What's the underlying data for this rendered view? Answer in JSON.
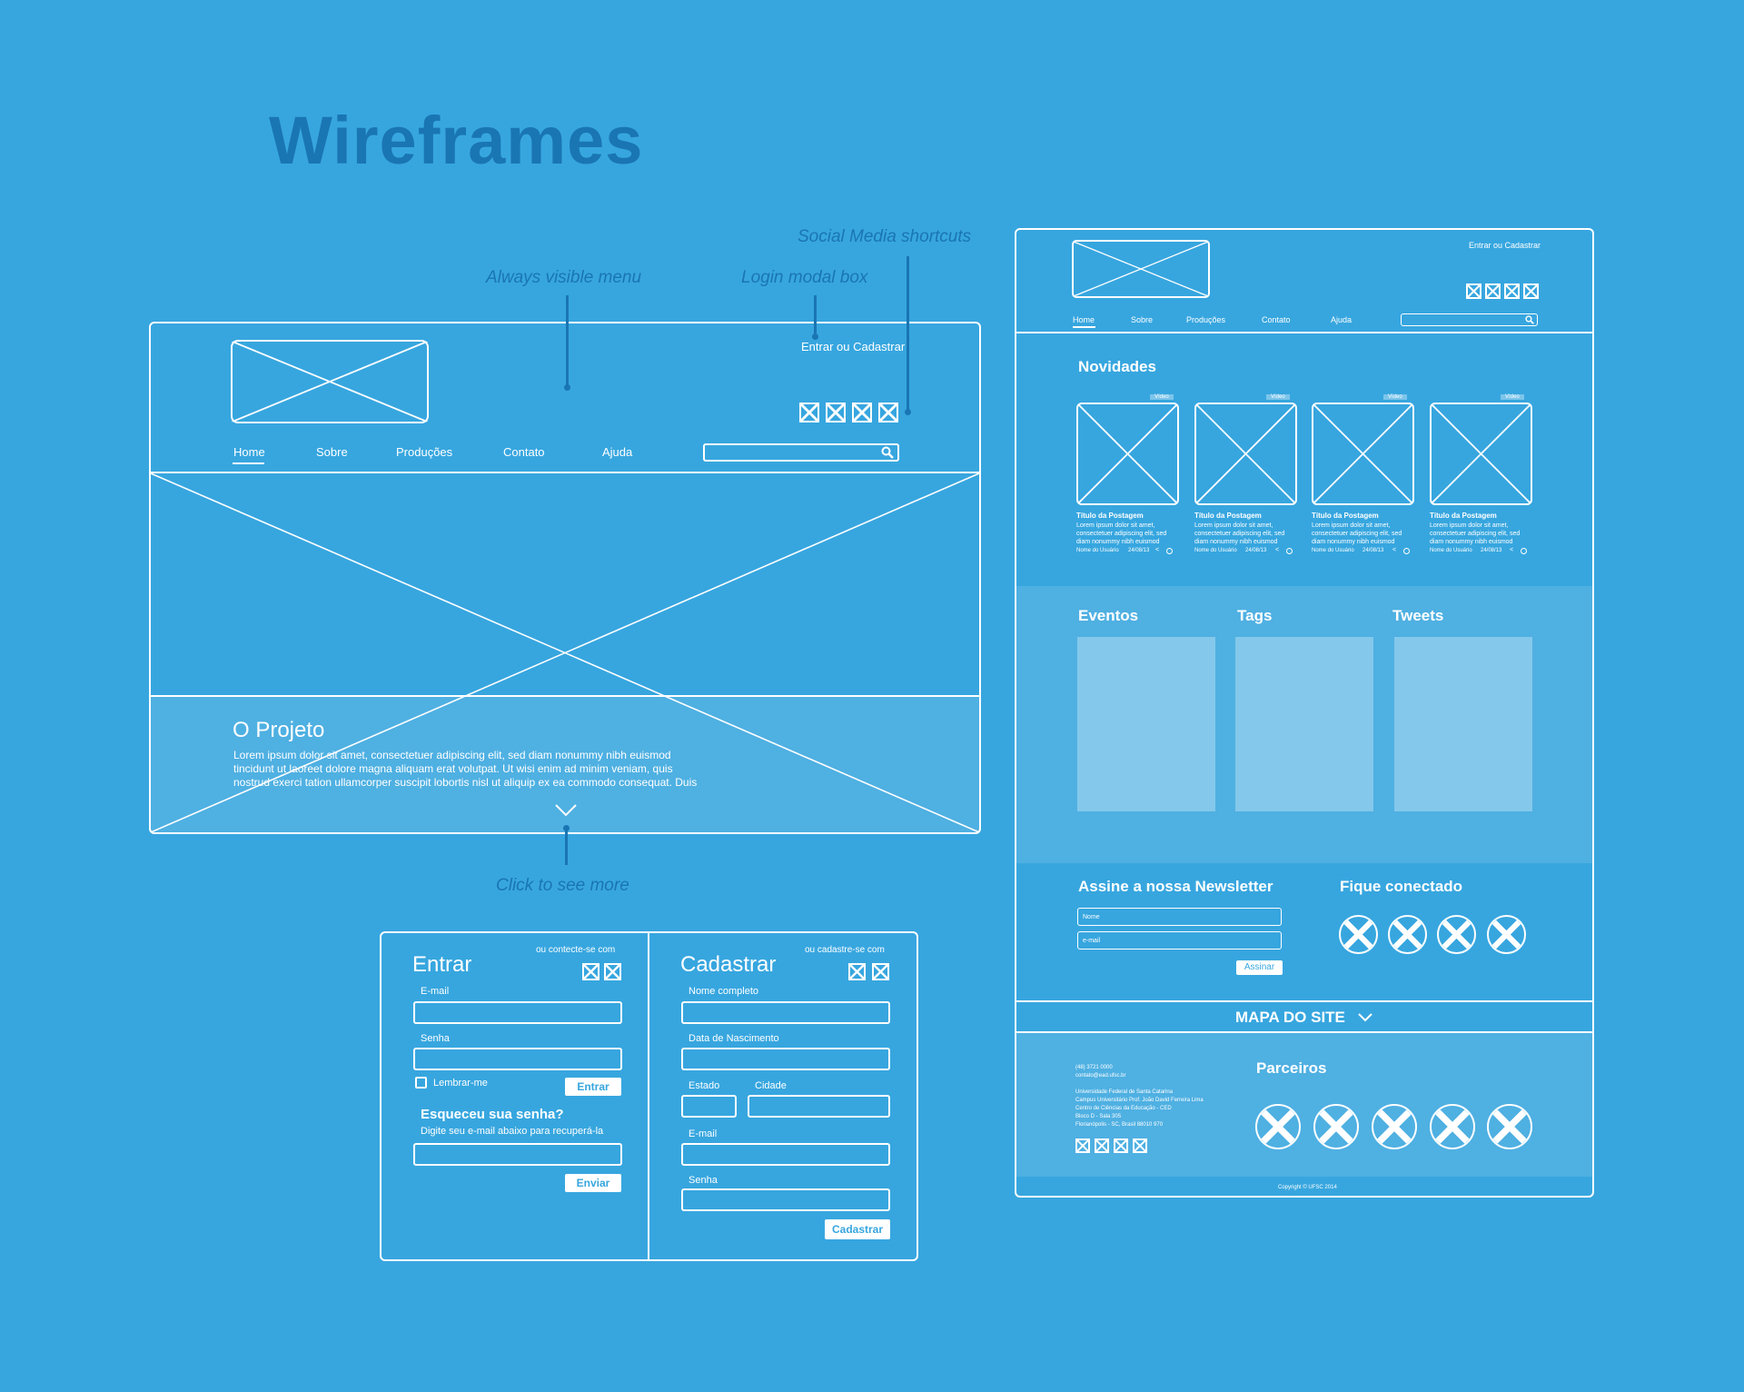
{
  "page": {
    "title": "Wireframes",
    "colors": {
      "background": "#37a6df",
      "ink": "#ffffff",
      "annotation": "#1a75b3"
    }
  },
  "annotations": {
    "menu": "Always visible menu",
    "login": "Login modal box",
    "social": "Social Media shortcuts",
    "more": "Click to see more"
  },
  "home": {
    "login_link": "Entrar ou Cadastrar",
    "nav": [
      "Home",
      "Sobre",
      "Produções",
      "Contato",
      "Ajuda"
    ],
    "search_icon": "search-icon",
    "hero": {
      "title": "O Projeto",
      "lines": [
        "Lorem ipsum dolor sit amet, consectetuer adipiscing elit, sed diam nonummy nibh euismod",
        "tincidunt ut laoreet dolore magna aliquam erat volutpat. Ut wisi enim ad minim veniam, quis",
        "nostrud exerci tation ullamcorper suscipit lobortis nisl ut aliquip ex ea commodo consequat. Duis"
      ],
      "more_icon": "chevron-down-icon"
    }
  },
  "login_modal": {
    "login": {
      "title": "Entrar",
      "social_label": "ou contecte-se com",
      "email_label": "E-mail",
      "password_label": "Senha",
      "remember_label": "Lembrar-me",
      "submit": "Entrar",
      "forgot_title": "Esqueceu sua senha?",
      "forgot_hint": "Digite seu e-mail abaixo para recuperá-la",
      "send": "Enviar"
    },
    "register": {
      "title": "Cadastrar",
      "social_label": "ou cadastre-se com",
      "name_label": "Nome completo",
      "birth_label": "Data de Nascimento",
      "state_label": "Estado",
      "city_label": "Cidade",
      "email_label": "E-mail",
      "password_label": "Senha",
      "submit": "Cadastrar"
    }
  },
  "full_page": {
    "login_link": "Entrar ou Cadastrar",
    "nav": [
      "Home",
      "Sobre",
      "Produções",
      "Contato",
      "Ajuda"
    ],
    "news": {
      "title": "Novidades",
      "cards": [
        {
          "badge": "Vídeo",
          "title": "Título da Postagem",
          "text": [
            "Lorem ipsum dolor sit amet,",
            "consectetuer adipiscing elit, sed",
            "diam nonummy nibh euismod"
          ],
          "author": "Nome do Usuário",
          "date": "24/08/13"
        },
        {
          "badge": "Vídeo",
          "title": "Título da Postagem",
          "text": [
            "Lorem ipsum dolor sit amet,",
            "consectetuer adipiscing elit, sed",
            "diam nonummy nibh euismod"
          ],
          "author": "Nome do Usuário",
          "date": "24/08/13"
        },
        {
          "badge": "Vídeo",
          "title": "Título da Postagem",
          "text": [
            "Lorem ipsum dolor sit amet,",
            "consectetuer adipiscing elit, sed",
            "diam nonummy nibh euismod"
          ],
          "author": "Nome do Usuário",
          "date": "24/08/13"
        },
        {
          "badge": "Vídeo",
          "title": "Título da Postagem",
          "text": [
            "Lorem ipsum dolor sit amet,",
            "consectetuer adipiscing elit, sed",
            "diam nonummy nibh euismod"
          ],
          "author": "Nome do Usuário",
          "date": "24/08/13"
        }
      ]
    },
    "widgets": [
      "Eventos",
      "Tags",
      "Tweets"
    ],
    "newsletter": {
      "title": "Assine a nossa Newsletter",
      "name_placeholder": "Nome",
      "email_placeholder": "e-mail",
      "submit": "Assinar"
    },
    "connect": {
      "title": "Fique conectado"
    },
    "sitemap": "MAPA DO SITE",
    "footer": {
      "contact": [
        "(48) 3721 0000",
        "contato@ead.ufsc.br",
        "",
        "Universidade Federal de Santa Catarina",
        "Campus Universitário Prof. João David Ferreira Lima",
        "Centro de Ciências da Educação - CED",
        "Bloco D - Sala 305",
        "Florianópolis - SC, Brasil 88010 970"
      ],
      "partners_title": "Parceiros",
      "copyright": "Copyright © UFSC 2014"
    }
  }
}
